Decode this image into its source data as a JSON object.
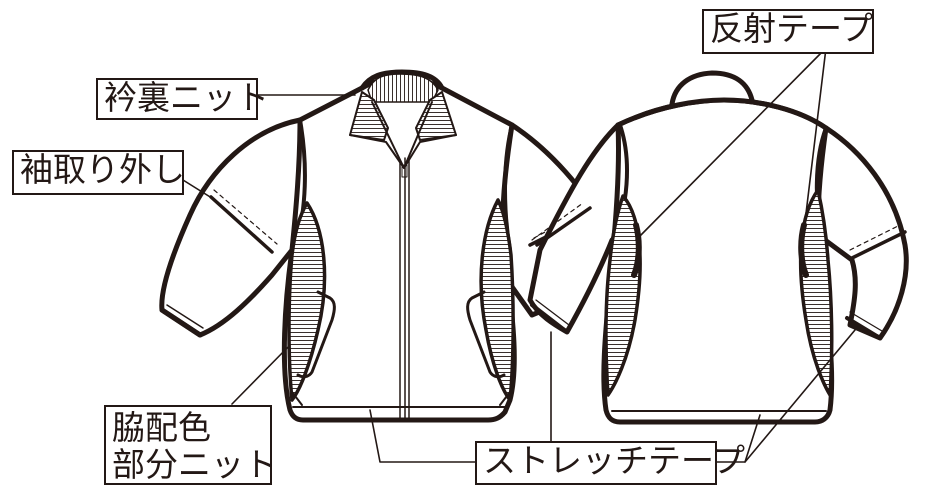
{
  "diagram": {
    "subject": "Work jacket front and back view",
    "colors": {
      "outline": "#231815",
      "background": "#ffffff",
      "hatch": "#231815"
    },
    "views": [
      {
        "name": "front-view"
      },
      {
        "name": "back-view"
      }
    ],
    "callouts": [
      {
        "id": "collar",
        "label": "衿裏ニット"
      },
      {
        "id": "sleeve",
        "label": "袖取り外し"
      },
      {
        "id": "reflective",
        "label": "反射テープ"
      },
      {
        "id": "side",
        "line1": "脇配色",
        "line2": "部分ニット"
      },
      {
        "id": "stretch",
        "label": "ストレッチテープ"
      }
    ]
  }
}
